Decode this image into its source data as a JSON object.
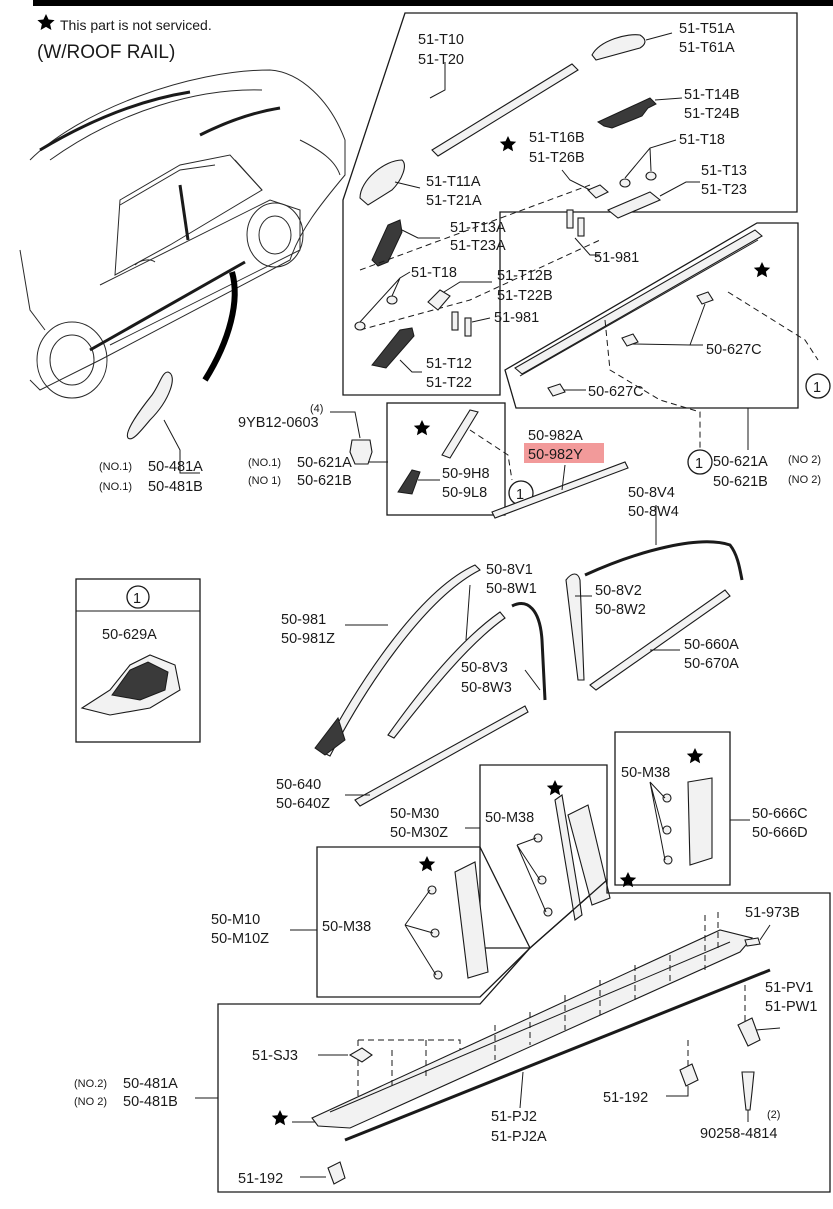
{
  "header": {
    "note": "This part is not serviced.",
    "variant": "(W/ROOF RAIL)"
  },
  "colors": {
    "highlight": "#f29a9a",
    "line": "#1a1a1a",
    "bar": "#000000"
  },
  "icons": {
    "star": "star-icon",
    "ref_circle": "circled-number-icon"
  },
  "labels": {
    "t10": "51-T10",
    "t20": "51-T20",
    "t51a": "51-T51A",
    "t61a": "51-T61A",
    "t14b": "51-T14B",
    "t24b": "51-T24B",
    "t16b": "51-T16B",
    "t26b": "51-T26B",
    "t18a": "51-T18",
    "t13": "51-T13",
    "t23": "51-T23",
    "t11a": "51-T11A",
    "t21a": "51-T21A",
    "t13a": "51-T13A",
    "t23a": "51-T23A",
    "p981a": "51-981",
    "t18b": "51-T18",
    "t12b": "51-T12B",
    "t22b": "51-T22B",
    "p981b": "51-981",
    "t12": "51-T12",
    "t22": "51-T22",
    "c627a": "50-627C",
    "c627b": "50-627C",
    "qty4": "(4)",
    "yb12": "9YB12-0603",
    "no1a": "(NO.1)",
    "p621a": "50-621A",
    "no1b": "(NO 1)",
    "p621b": "50-621B",
    "h8": "50-9H8",
    "l8": "50-9L8",
    "no1c": "(NO.1)",
    "p481a": "50-481A",
    "no1d": "(NO.1)",
    "p481b": "50-481B",
    "p982a": "50-982A",
    "p982y": "50-982Y",
    "r621a": "50-621A",
    "no2a": "(NO 2)",
    "r621b": "50-621B",
    "no2b": "(NO 2)",
    "v4": "50-8V4",
    "w4": "50-8W4",
    "v1": "50-8V1",
    "w1": "50-8W1",
    "v2": "50-8V2",
    "w2": "50-8W2",
    "p981c": "50-981",
    "p981z": "50-981Z",
    "p660a": "50-660A",
    "p670a": "50-670A",
    "v3": "50-8V3",
    "w3": "50-8W3",
    "ref1_inset": "1",
    "p629a": "50-629A",
    "p640": "50-640",
    "p640z": "50-640Z",
    "m38a": "50-M38",
    "p666c": "50-666C",
    "p666d": "50-666D",
    "m30": "50-M30",
    "m30z": "50-M30Z",
    "m38b": "50-M38",
    "m10": "50-M10",
    "m10z": "50-M10Z",
    "m38c": "50-M38",
    "p973b": "51-973B",
    "pv1": "51-PV1",
    "pw1": "51-PW1",
    "sj3": "51-SJ3",
    "no2c": "(NO.2)",
    "p481a2": "50-481A",
    "no2d": "(NO 2)",
    "p481b2": "50-481B",
    "p192a": "51-192",
    "pj2": "51-PJ2",
    "pj2a": "51-PJ2A",
    "qty2": "(2)",
    "p90258": "90258-4814",
    "p192b": "51-192",
    "ref1a": "1",
    "ref1b": "1",
    "ref1c": "1"
  }
}
